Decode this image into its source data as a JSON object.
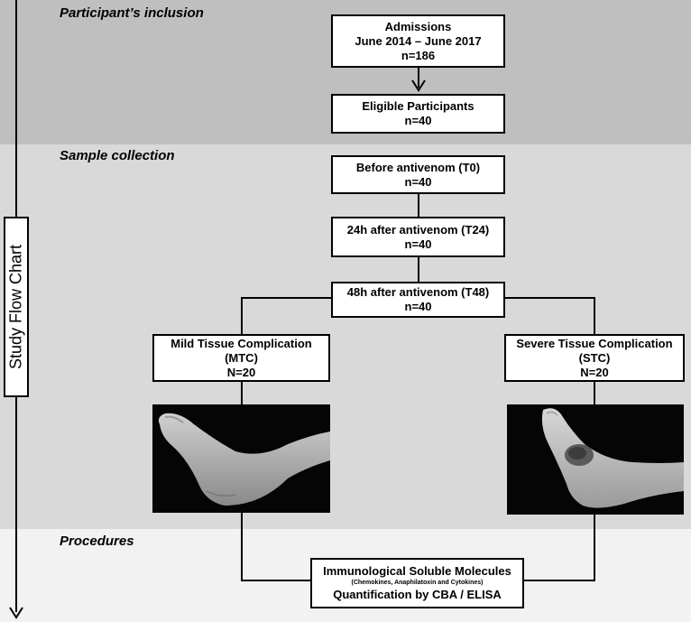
{
  "sections": {
    "inclusion": "Participant’s inclusion",
    "collection": "Sample collection",
    "procedures": "Procedures"
  },
  "side_label": "Study Flow Chart",
  "boxes": {
    "admissions": {
      "line1": "Admissions",
      "line2": "June 2014 – June 2017",
      "line3": "n=186"
    },
    "eligible": {
      "line1": "Eligible Participants",
      "line2": "n=40"
    },
    "t0": {
      "line1": "Before antivenom (T0)",
      "line2": "n=40"
    },
    "t24": {
      "line1": "24h after antivenom (T24)",
      "line2": "n=40"
    },
    "t48": {
      "line1": "48h after antivenom (T48)",
      "line2": "n=40"
    },
    "mtc": {
      "line1": "Mild Tissue Complication",
      "line2": "(MTC)",
      "line3": "N=20"
    },
    "stc": {
      "line1": "Severe Tissue Complication",
      "line2": "(STC)",
      "line3": "N=20"
    },
    "immuno": {
      "line1": "Immunological Soluble Molecules",
      "line2": "(Chemokines, Anaphilatoxin and Cytokines)",
      "line3": "Quantification by CBA / ELISA"
    }
  }
}
